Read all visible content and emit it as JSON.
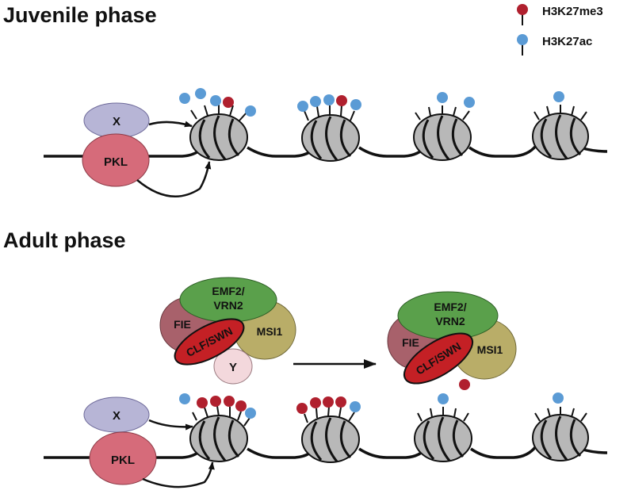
{
  "titles": {
    "juvenile": "Juvenile phase",
    "adult": "Adult phase"
  },
  "legend": {
    "me3": "H3K27me3",
    "ac": "H3K27ac"
  },
  "proteins": {
    "x": "X",
    "pkl": "PKL",
    "emf2_line1": "EMF2/",
    "emf2_line2": "VRN2",
    "fie": "FIE",
    "msi1": "MSI1",
    "clf": "CLF/SWN",
    "y": "Y"
  },
  "colors": {
    "me3": "#b0202e",
    "ac": "#5b9bd5",
    "x_fill": "#b7b5d6",
    "pkl_fill": "#d66b7a",
    "emf2_fill": "#5aa04b",
    "fie_fill": "#a8616b",
    "msi1_fill": "#b9ad68",
    "clf_fill": "#c42025",
    "y_fill": "#f3d8dc",
    "nucleosome_fill": "#b8b8b8"
  }
}
